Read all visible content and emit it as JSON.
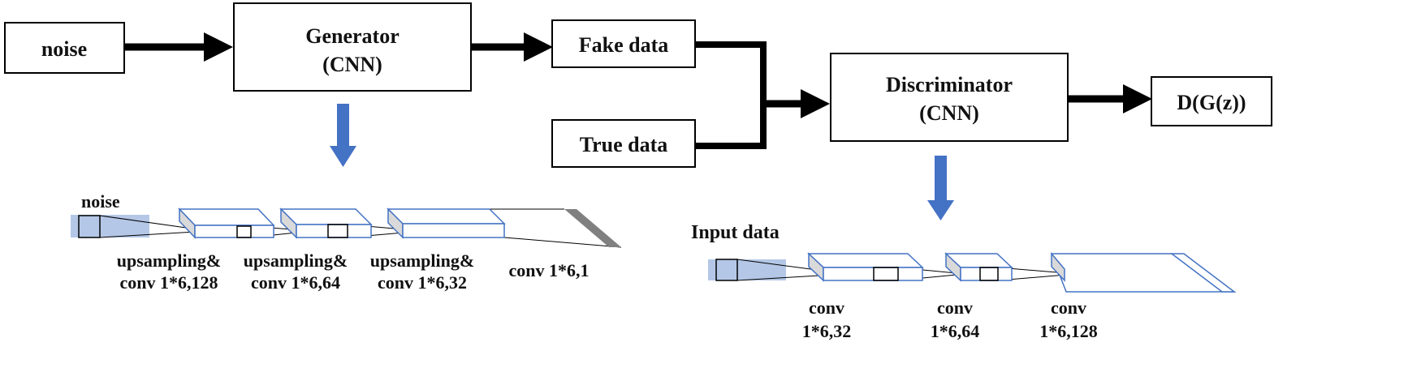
{
  "top": {
    "noise": "noise",
    "generator_line1": "Generator",
    "generator_line2": "(CNN)",
    "fake_data": "Fake data",
    "true_data": "True data",
    "discriminator_line1": "Discriminator",
    "discriminator_line2": "(CNN)",
    "output": "D(G(z))"
  },
  "generator_detail": {
    "input_label": "noise",
    "layers": [
      {
        "line1": "upsampling&",
        "line2": "conv 1*6,128"
      },
      {
        "line1": "upsampling&",
        "line2": "conv 1*6,64"
      },
      {
        "line1": "upsampling&",
        "line2": "conv 1*6,32"
      },
      {
        "line1": "conv 1*6,1",
        "line2": ""
      }
    ]
  },
  "discriminator_detail": {
    "input_label": "Input data",
    "layers": [
      {
        "line1": "conv",
        "line2": "1*6,32"
      },
      {
        "line1": "conv",
        "line2": "1*6,64"
      },
      {
        "line1": "conv",
        "line2": "1*6,128"
      }
    ]
  },
  "colors": {
    "line": "#000000",
    "layer_stroke": "#4472c4",
    "light_fill": "#b4c7e7",
    "side_fill": "#d9d9d9",
    "down_arrow": "#4472c4",
    "final_stripe": "#808080"
  }
}
